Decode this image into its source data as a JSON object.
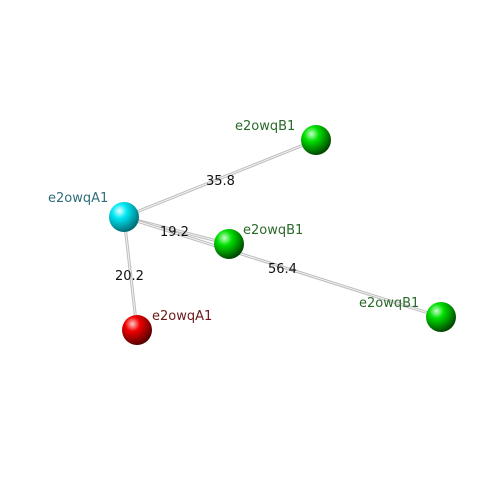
{
  "nodes": [
    {
      "id": "hub",
      "label": "e2owqA1",
      "color": "#00e5f0",
      "label_color": "#2f6f7a"
    },
    {
      "id": "top",
      "label": "e2owqB1",
      "color": "#00dd00",
      "label_color": "#2a6a2a"
    },
    {
      "id": "mid",
      "label": "e2owqB1",
      "color": "#00dd00",
      "label_color": "#2a6a2a"
    },
    {
      "id": "right",
      "label": "e2owqB1",
      "color": "#00dd00",
      "label_color": "#2a6a2a"
    },
    {
      "id": "bottom",
      "label": "e2owqA1",
      "color": "#ee0000",
      "label_color": "#6a1a1a"
    }
  ],
  "edges": [
    {
      "from": "hub",
      "to": "top",
      "label": "35.8"
    },
    {
      "from": "hub",
      "to": "mid",
      "label": "19.2"
    },
    {
      "from": "hub",
      "to": "right",
      "label": "56.4"
    },
    {
      "from": "hub",
      "to": "bottom",
      "label": "20.2"
    }
  ]
}
